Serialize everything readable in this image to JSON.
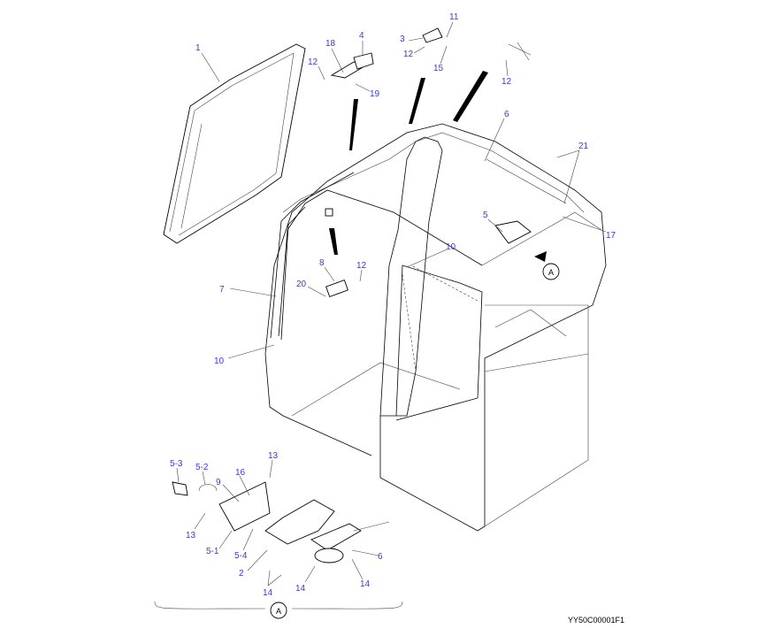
{
  "diagram_title_code": "YY50C00001F1",
  "detail_marker": "A",
  "callouts": [
    "1",
    "18",
    "4",
    "3",
    "11",
    "12",
    "12",
    "15",
    "12",
    "19",
    "6",
    "21",
    "5",
    "17",
    "10",
    "8",
    "12",
    "20",
    "7",
    "10",
    "5-3",
    "5-2",
    "16",
    "13",
    "9",
    "13",
    "5-1",
    "5-4",
    "2",
    "14",
    "14",
    "6",
    "14"
  ]
}
